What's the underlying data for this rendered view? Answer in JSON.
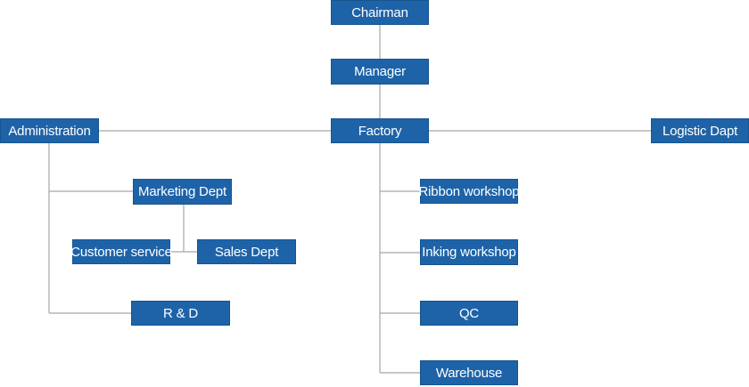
{
  "org_chart": {
    "colors": {
      "box_fill": "#1e63a8",
      "box_text": "#ffffff",
      "connector": "#a6a6a6",
      "background": "#ffffff"
    },
    "nodes": {
      "chairman": "Chairman",
      "manager": "Manager",
      "administration": "Administration",
      "factory": "Factory",
      "logistic": "Logistic Dapt",
      "marketing": "Marketing Dept",
      "customer_service": "Customer service",
      "sales": "Sales Dept",
      "rd": "R & D",
      "ribbon": "Ribbon workshop",
      "inking": "Inking workshop",
      "qc": "QC",
      "warehouse": "Warehouse"
    },
    "relations": [
      [
        "chairman",
        "manager"
      ],
      [
        "manager",
        "factory"
      ],
      [
        "factory",
        "administration"
      ],
      [
        "factory",
        "logistic"
      ],
      [
        "administration",
        "marketing"
      ],
      [
        "administration",
        "rd"
      ],
      [
        "marketing",
        "customer_service"
      ],
      [
        "marketing",
        "sales"
      ],
      [
        "factory",
        "ribbon"
      ],
      [
        "factory",
        "inking"
      ],
      [
        "factory",
        "qc"
      ],
      [
        "factory",
        "warehouse"
      ]
    ]
  }
}
